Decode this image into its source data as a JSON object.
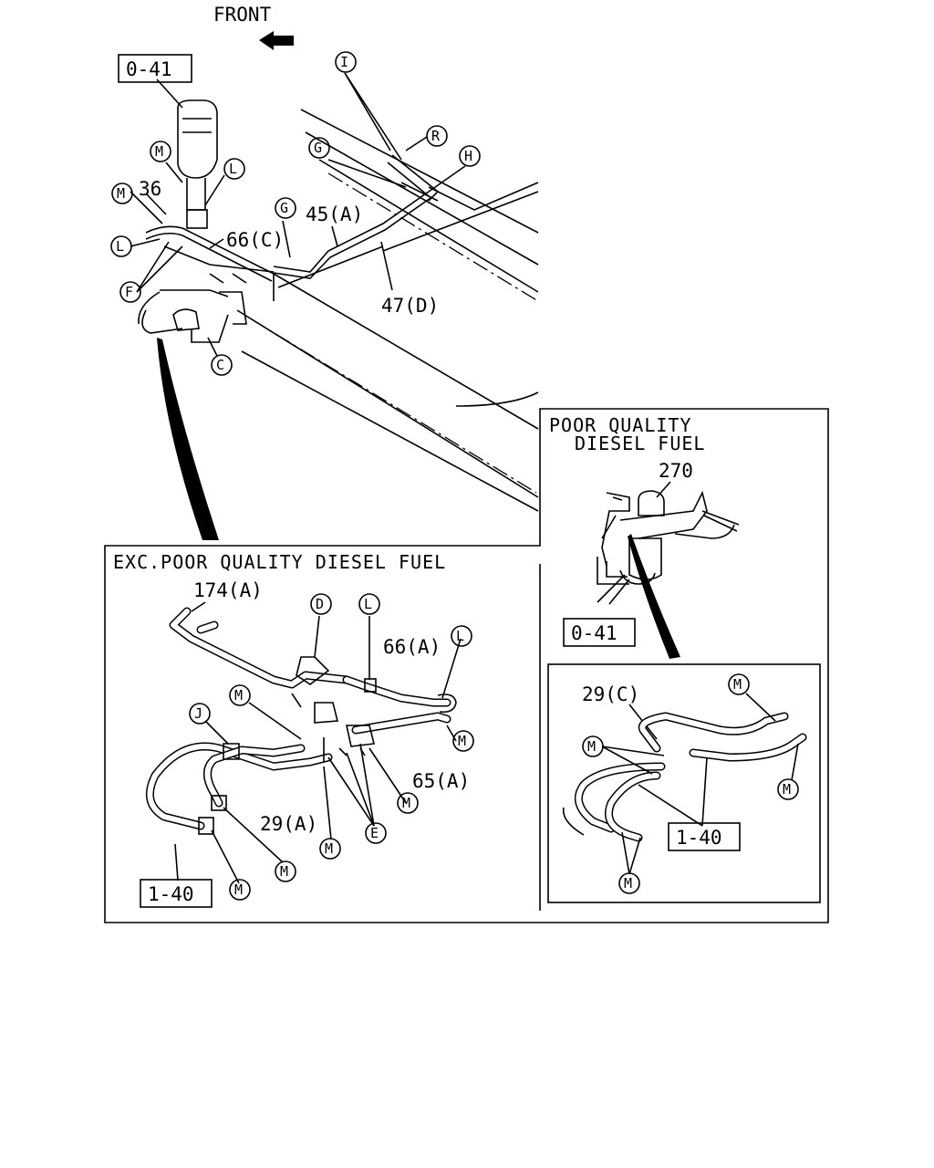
{
  "front_label": "FRONT",
  "main": {
    "ref_top": "0-41",
    "labels": {
      "p36": "36",
      "p45a": "45(A)",
      "p47d": "47(D)",
      "p66c": "66(C)"
    },
    "circles": [
      "M",
      "M",
      "L",
      "L",
      "F",
      "C",
      "G",
      "G",
      "I",
      "R",
      "H"
    ]
  },
  "panel_exc": {
    "title": "EXC.POOR QUALITY DIESEL FUEL",
    "labels": {
      "p174a": "174(A)",
      "p66a": "66(A)",
      "p65a": "65(A)",
      "p29a": "29(A)"
    },
    "ref_bottom": "1-40",
    "circles": [
      "D",
      "L",
      "L",
      "M",
      "M",
      "J",
      "M",
      "M",
      "M",
      "E",
      "M"
    ]
  },
  "panel_poor": {
    "title_line1": "POOR QUALITY",
    "title_line2": "DIESEL FUEL",
    "label_270": "270",
    "ref_041": "0-41"
  },
  "panel_inset": {
    "label_29c": "29(C)",
    "ref_140": "1-40",
    "circles": [
      "M",
      "M",
      "M",
      "M"
    ]
  }
}
